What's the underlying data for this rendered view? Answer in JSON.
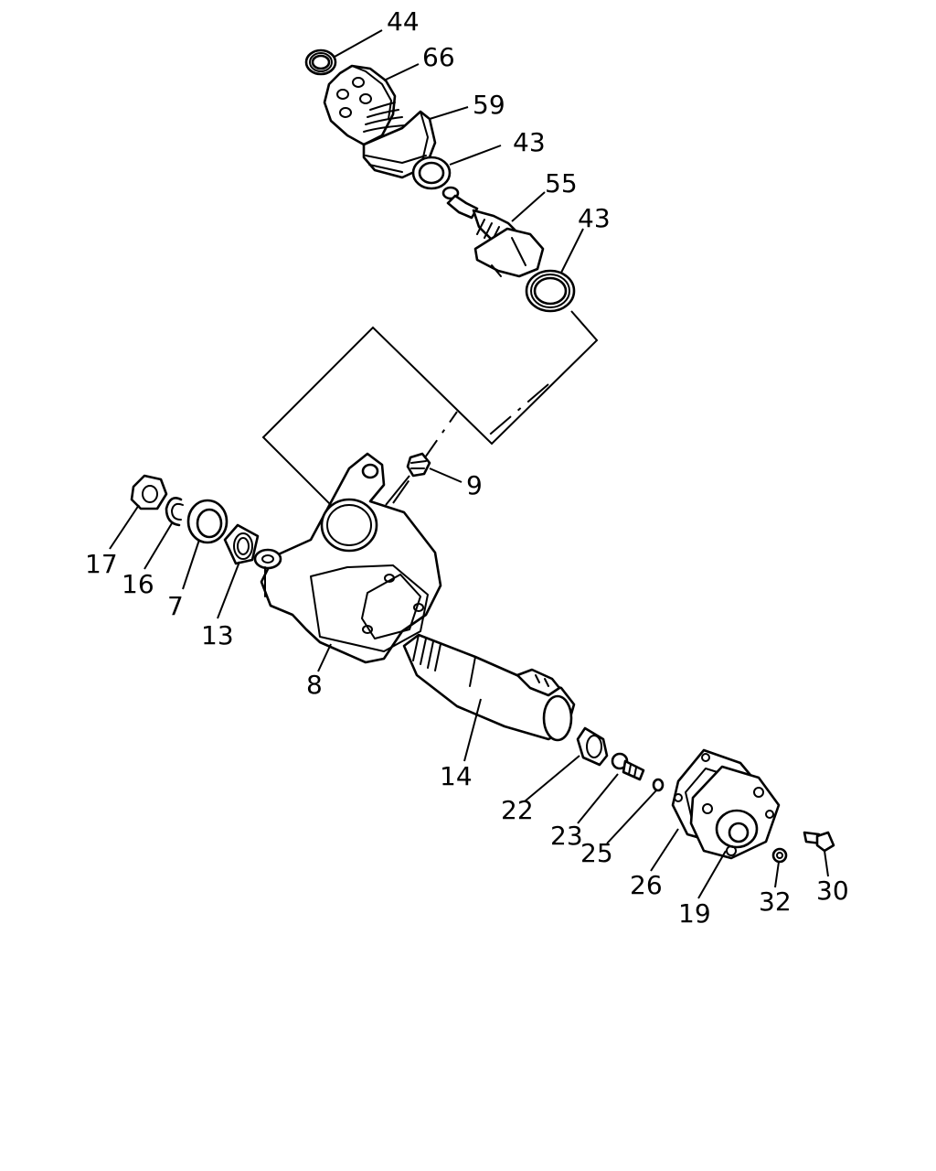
{
  "diagram": {
    "labels": {
      "p44": "44",
      "p66": "66",
      "p59": "59",
      "p43a": "43",
      "p55": "55",
      "p43b": "43",
      "p9": "9",
      "p17": "17",
      "p16": "16",
      "p7": "7",
      "p13": "13",
      "p8": "8",
      "p14": "14",
      "p22": "22",
      "p23": "23",
      "p25": "25",
      "p26": "26",
      "p19": "19",
      "p32": "32",
      "p30": "30"
    }
  }
}
